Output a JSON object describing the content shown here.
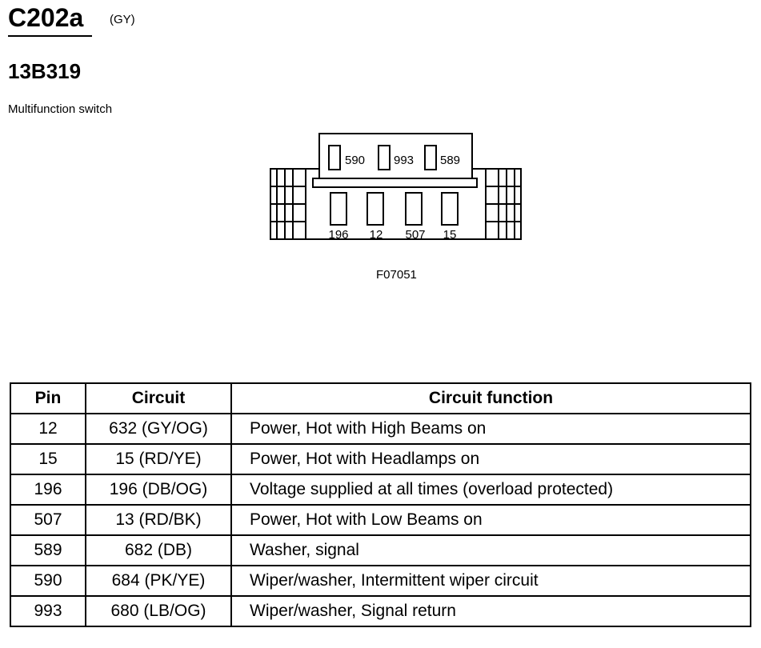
{
  "header": {
    "connector_id": "C202a",
    "connector_color": "(GY)",
    "part_number": "13B319",
    "description": "Multifunction switch"
  },
  "figure": {
    "code": "F07051",
    "top_row_pins": [
      "590",
      "993",
      "589"
    ],
    "bottom_row_pins": [
      "196",
      "12",
      "507",
      "15"
    ]
  },
  "table": {
    "headers": [
      "Pin",
      "Circuit",
      "Circuit function"
    ],
    "rows": [
      {
        "pin": "12",
        "circuit": "632 (GY/OG)",
        "function": "Power, Hot with High Beams on"
      },
      {
        "pin": "15",
        "circuit": "15 (RD/YE)",
        "function": "Power, Hot with Headlamps on"
      },
      {
        "pin": "196",
        "circuit": "196 (DB/OG)",
        "function": "Voltage supplied at all times (overload protected)"
      },
      {
        "pin": "507",
        "circuit": "13 (RD/BK)",
        "function": "Power, Hot with Low Beams on"
      },
      {
        "pin": "589",
        "circuit": "682 (DB)",
        "function": "Washer, signal"
      },
      {
        "pin": "590",
        "circuit": "684 (PK/YE)",
        "function": "Wiper/washer, Intermittent wiper circuit"
      },
      {
        "pin": "993",
        "circuit": "680 (LB/OG)",
        "function": "Wiper/washer, Signal return"
      }
    ]
  }
}
